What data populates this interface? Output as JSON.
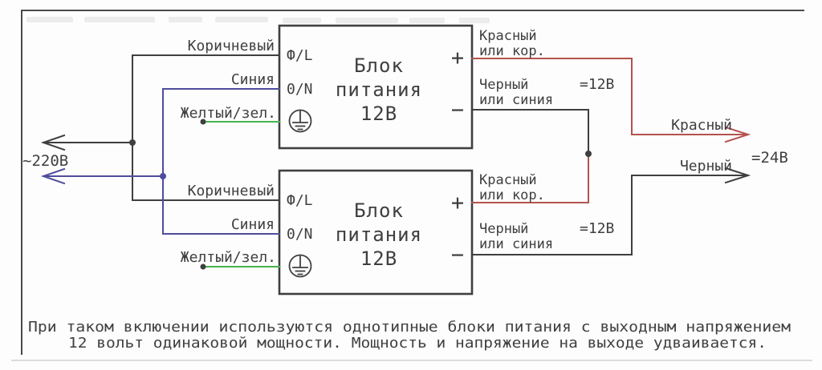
{
  "colors": {
    "line": "#3f3f3f",
    "blue": "#4f4d9b",
    "green": "#47b34f",
    "red": "#b5524e"
  },
  "input": {
    "voltage": "~220В",
    "phase_wire": "Коричневый",
    "neutral_wire": "Синия",
    "ground_wire": "Желтый/зел."
  },
  "blocks": [
    {
      "phase_terminal": "Ф/L",
      "neutral_terminal": "0/N",
      "title1": "Блок",
      "title2": "питания",
      "title3": "12В",
      "plus": "+",
      "minus": "−",
      "plus_wire_line1": "Красный",
      "plus_wire_line2": "или кор.",
      "minus_wire_line1": "Черный",
      "minus_wire_line2": "или синия",
      "output_voltage": "=12В"
    },
    {
      "phase_terminal": "Ф/L",
      "neutral_terminal": "0/N",
      "title1": "Блок",
      "title2": "питания",
      "title3": "12В",
      "plus": "+",
      "minus": "−",
      "plus_wire_line1": "Красный",
      "plus_wire_line2": "или кор.",
      "minus_wire_line1": "Черный",
      "minus_wire_line2": "или синия",
      "output_voltage": "=12В"
    }
  ],
  "output": {
    "red_wire": "Красный",
    "black_wire": "Черный",
    "voltage": "=24В"
  },
  "caption": {
    "line1": "При таком включении используются однотипные блоки питания с выходным напряжением",
    "line2": "12 вольт одинаковой мощности. Мощность и напряжение на выходе удваивается."
  }
}
